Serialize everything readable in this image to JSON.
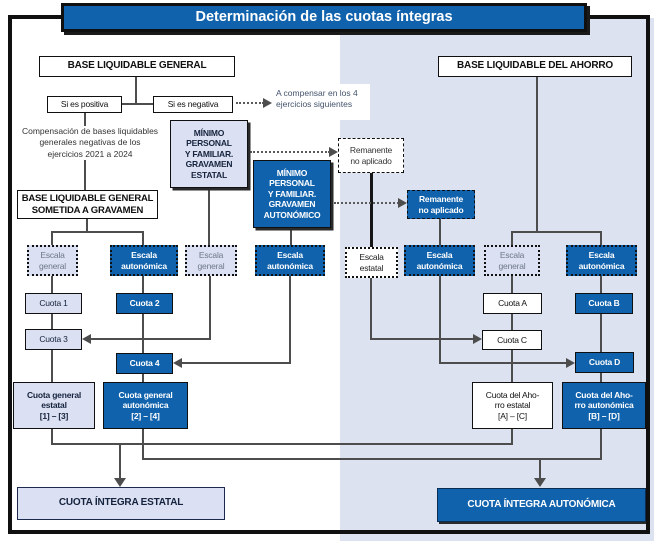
{
  "title": "Determinación de las cuotas íntegras",
  "colors": {
    "accent": "#1062ac",
    "panel": "#dde2f0",
    "light": "#dbe1f2",
    "line": "#4d4d4d",
    "navy": "#15223d",
    "ink": "#101010",
    "muted": "#6e7888",
    "steel": "#44536b"
  },
  "nodes": {
    "base_general": "BASE LIQUIDABLE GENERAL",
    "base_ahorro": "BASE LIQUIDABLE DEL AHORRO",
    "si_positiva": "Si es positiva",
    "si_negativa": "Si es negativa",
    "a_compensar": "A compensar en los 4\nejercicios siguientes",
    "compensacion": "Compensación de bases liquidables\ngenerales negativas de los\nejercicios 2021 a 2024",
    "minimo_estatal": "MÍNIMO\nPERSONAL\nY FAMILIAR.\nGRAVAMEN\nESTATAL",
    "minimo_autonomico": "MÍNIMO\nPERSONAL\nY FAMILIAR.\nGRAVAMEN\nAUTONÓMICO",
    "base_sometida": "BASE LIQUIDABLE GENERAL\nSOMETIDA A GRAVAMEN",
    "remanente_estatal": "Remanente\nno aplicado",
    "remanente_autonomico": "Remanente\nno aplicado",
    "escala_general_1": "Escala\ngeneral",
    "escala_autonomica_1": "Escala\nautonómica",
    "escala_general_2": "Escala\ngeneral",
    "escala_autonomica_2": "Escala\nautonómica",
    "escala_estatal": "Escala\nestatal",
    "escala_autonomica_r1": "Escala\nautonómica",
    "escala_general_r": "Escala\ngeneral",
    "escala_autonomica_r2": "Escala\nautonómica",
    "cuota_1": "Cuota 1",
    "cuota_2": "Cuota 2",
    "cuota_3": "Cuota 3",
    "cuota_4": "Cuota 4",
    "cuota_a": "Cuota A",
    "cuota_b": "Cuota B",
    "cuota_c": "Cuota C",
    "cuota_d": "Cuota D",
    "cuota_general_estatal": "Cuota general\nestatal\n[1] – [3]",
    "cuota_general_autonomica": "Cuota general\nautonómica\n[2] – [4]",
    "cuota_ahorro_estatal": "Cuota del Aho-\nrro estatal\n[A] – [C]",
    "cuota_ahorro_autonomica": "Cuota del Aho-\nrro autonómica\n[B] – [D]",
    "cuota_integra_estatal": "CUOTA ÍNTEGRA ESTATAL",
    "cuota_integra_autonomica": "CUOTA ÍNTEGRA AUTONÓMICA"
  }
}
